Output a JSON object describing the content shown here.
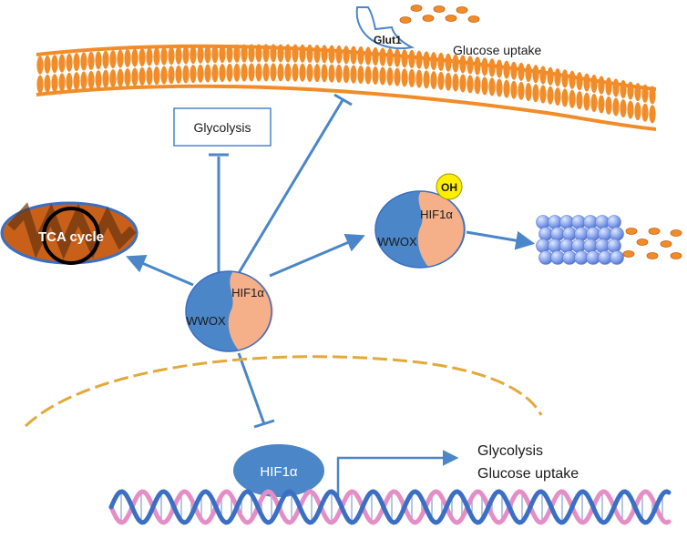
{
  "membrane": {
    "transporter_label": "Glut1",
    "uptake_label": "Glucose uptake"
  },
  "glycolysis_box": {
    "label": "Glycolysis"
  },
  "mitochondrion": {
    "label": "TCA cycle"
  },
  "complex_center": {
    "wwox_label": "WWOX",
    "hif_label": "HIF1α"
  },
  "complex_right": {
    "wwox_label": "WWOX",
    "hif_label": "HIF1α",
    "hydroxyl_label": "OH"
  },
  "nucleus": {
    "hif_label": "HIF1α",
    "target_genes": [
      "Glycolysis",
      "Glucose uptake"
    ]
  },
  "colors": {
    "membrane": "#f28c28",
    "wwox": "#4a86c8",
    "hif": "#f5b08a",
    "arrow": "#4a86c8",
    "mitochondrion": "#c8601a",
    "proteasome": "#7b97e6",
    "hydroxyl": "#ffee00",
    "dna_pink": "#e58ec6",
    "dna_blue": "#3a6fc4",
    "nuclear_envelope": "#e3a93a"
  }
}
